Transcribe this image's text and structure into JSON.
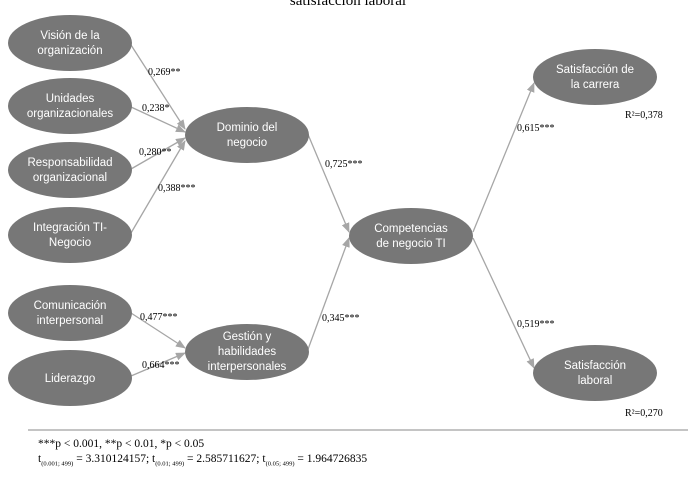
{
  "title": "satisfacción laboral",
  "colors": {
    "node_fill": "#777777",
    "node_text": "#ffffff",
    "arrow": "#a6a6a6"
  },
  "nodes": {
    "vision": [
      "Visión de la",
      "organización"
    ],
    "unidades": [
      "Unidades",
      "organizacionales"
    ],
    "responsabilidad": [
      "Responsabilidad",
      "organizacional"
    ],
    "integracion": [
      "Integración TI-",
      "Negocio"
    ],
    "comunicacion": [
      "Comunicación",
      "interpersonal"
    ],
    "liderazgo": [
      "Liderazgo"
    ],
    "dominio": [
      "Dominio del",
      "negocio"
    ],
    "gestion": [
      "Gestión y",
      "habilidades",
      "interpersonales"
    ],
    "competencias": [
      "Competencias",
      "de negocio TI"
    ],
    "sat_carrera": [
      "Satisfacción de",
      "la carrera"
    ],
    "sat_laboral": [
      "Satisfacción",
      "laboral"
    ]
  },
  "paths": {
    "vision_dominio": "0,269**",
    "unidades_dominio": "0,238*",
    "responsabilidad_dominio": "0,280**",
    "integracion_dominio": "0,388***",
    "comunicacion_gestion": "0,477***",
    "liderazgo_gestion": "0,664***",
    "dominio_competencias": "0,725***",
    "gestion_competencias": "0,345***",
    "competencias_carrera": "0,615***",
    "competencias_laboral": "0,519***"
  },
  "r2": {
    "carrera": "R²=0,378",
    "laboral": "R²=0,270"
  },
  "notes": {
    "significance": "***p < 0.001, **p < 0.01, *p < 0.05",
    "t_values": [
      {
        "label": "t",
        "sub": "(0.001; 499)",
        "value": "= 3.310124157;"
      },
      {
        "label": "t",
        "sub": "(0.01; 499)",
        "value": "= 2.585711627;"
      },
      {
        "label": "t",
        "sub": "(0.05; 499)",
        "value": "= 1.964726835"
      }
    ]
  }
}
